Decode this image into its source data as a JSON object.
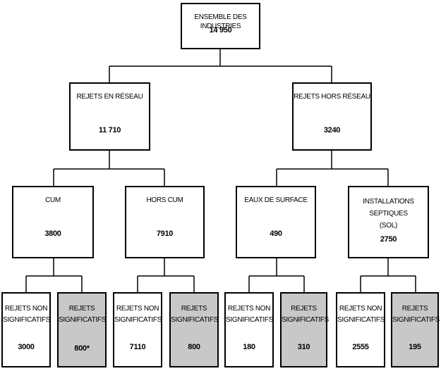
{
  "nodes": {
    "root": {
      "label": "ENSEMBLE DES INDUSTRIES",
      "value": "14 950"
    },
    "en_reseau": {
      "label": "REJETS EN RÉSEAU",
      "value": "11 710"
    },
    "hors_reseau": {
      "label": "REJETS HORS RÉSEAU",
      "value": "3240"
    },
    "cum": {
      "label": "CUM",
      "value": "3800"
    },
    "hors_cum": {
      "label": "HORS CUM",
      "value": "7910"
    },
    "eaux_surface": {
      "label": "EAUX DE SURFACE",
      "value": "490"
    },
    "installations": {
      "label": "INSTALLATIONS SEPTIQUES\n(SOL)",
      "value": "2750"
    },
    "cum_ns": {
      "label": "REJETS NON\nSIGNIFICATIFS",
      "value": "3000"
    },
    "cum_s": {
      "label": "REJETS\nSIGNIFICATIFS",
      "value": "800*"
    },
    "hcum_ns": {
      "label": "REJETS NON\nSIGNIFICATIFS",
      "value": "7110"
    },
    "hcum_s": {
      "label": "REJETS\nSIGNIFICATIFS",
      "value": "800"
    },
    "eaux_ns": {
      "label": "REJETS NON\nSIGNIFICATIFS",
      "value": "180"
    },
    "eaux_s": {
      "label": "REJETS\nSIGNIFICATIFS",
      "value": "310"
    },
    "inst_ns": {
      "label": "REJETS NON\nSIGNIFICATIFS",
      "value": "2555"
    },
    "inst_s": {
      "label": "REJETS\nSIGNIFICATIFS",
      "value": "195"
    }
  }
}
